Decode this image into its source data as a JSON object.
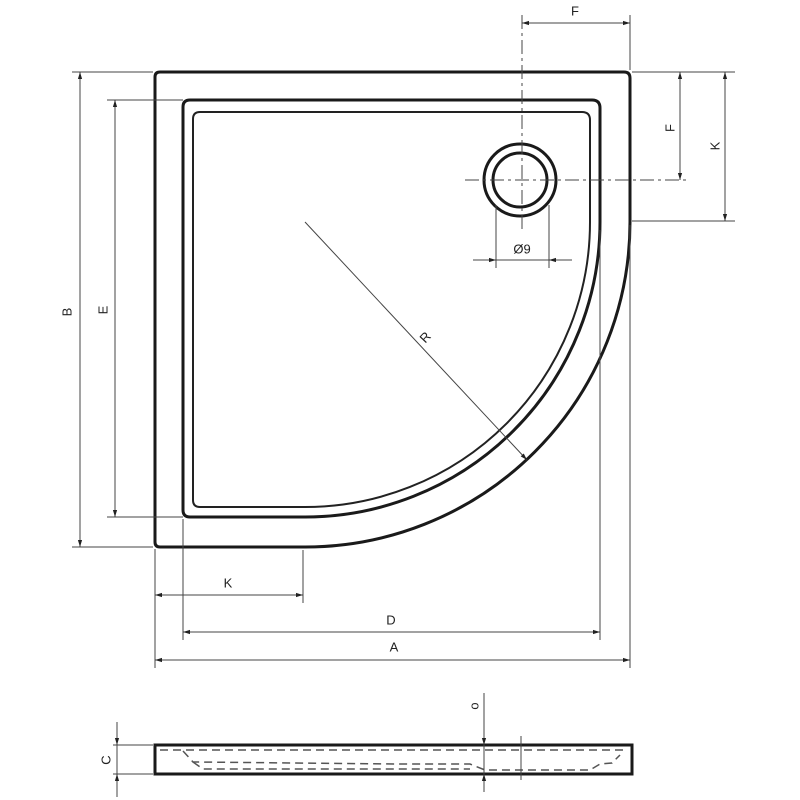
{
  "labels": {
    "F_top": "F",
    "F_right": "F",
    "K_right": "K",
    "drain_diameter": "Ø9",
    "B": "B",
    "E": "E",
    "R": "R",
    "K_bottom": "K",
    "D": "D",
    "A": "A",
    "C": "C",
    "o": "o"
  }
}
